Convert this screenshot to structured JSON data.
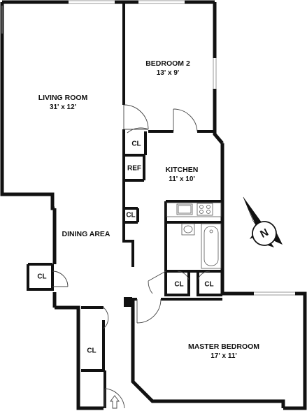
{
  "rooms": {
    "living_room": {
      "name": "LIVING ROOM",
      "dims": "31' x 12'"
    },
    "bedroom_2": {
      "name": "BEDROOM 2",
      "dims": "13' x 9'"
    },
    "kitchen": {
      "name": "KITCHEN",
      "dims": "11' x 10'"
    },
    "dining_area": {
      "name": "DINING AREA"
    },
    "master_bedroom": {
      "name": "MASTER BEDROOM",
      "dims": "17' x 11'"
    }
  },
  "closets": {
    "cl_bedroom2": "CL",
    "ref": "REF",
    "cl_kitchen_small": "CL",
    "cl_left": "CL",
    "cl_entry": "CL",
    "cl_hall_a": "CL",
    "cl_hall_b": "CL"
  },
  "compass": {
    "letter": "N"
  },
  "colors": {
    "wall": "#111111",
    "window": "#9a9a9a",
    "fixture": "#555555"
  }
}
